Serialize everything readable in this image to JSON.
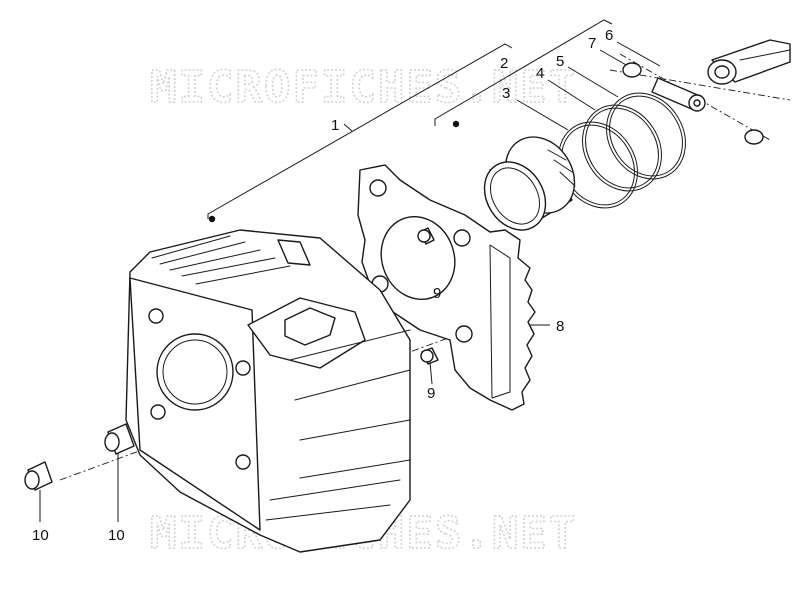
{
  "watermark": {
    "text": "MICROFICHES.NET"
  },
  "callouts": {
    "c1": "1",
    "c2": "2",
    "c3": "3",
    "c4": "4",
    "c5": "5",
    "c6": "6",
    "c7": "7",
    "c8": "8",
    "c9a": "9",
    "c9b": "9",
    "c10a": "10",
    "c10b": "10"
  },
  "colors": {
    "line": "#1a1a1a",
    "watermark": "#d2d2d2",
    "background": "#ffffff"
  }
}
